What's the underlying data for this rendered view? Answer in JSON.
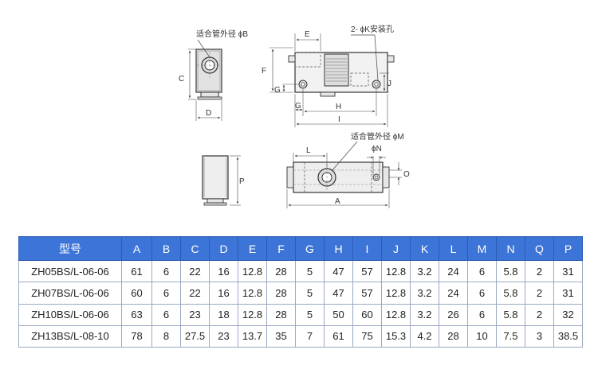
{
  "labels": {
    "fit_pipe_b": "适合管外径 ϕB",
    "mount_hole": "2- ϕK安装孔",
    "fit_pipe_m": "适合管外径 ϕM",
    "phi_n": "ϕN",
    "dims": {
      "A": "A",
      "C": "C",
      "D": "D",
      "E": "E",
      "F": "F",
      "G": "G",
      "H": "H",
      "I": "I",
      "J": "J",
      "L": "L",
      "O": "O",
      "P": "P"
    }
  },
  "table": {
    "headers": [
      "型号",
      "A",
      "B",
      "C",
      "D",
      "E",
      "F",
      "G",
      "H",
      "I",
      "J",
      "K",
      "L",
      "M",
      "N",
      "Q",
      "P"
    ],
    "rows": [
      [
        "ZH05BS/L-06-06",
        "61",
        "6",
        "22",
        "16",
        "12.8",
        "28",
        "5",
        "47",
        "57",
        "12.8",
        "3.2",
        "24",
        "6",
        "5.8",
        "2",
        "31"
      ],
      [
        "ZH07BS/L-06-06",
        "60",
        "6",
        "22",
        "16",
        "12.8",
        "28",
        "5",
        "47",
        "57",
        "12.8",
        "3.2",
        "24",
        "6",
        "5.8",
        "2",
        "31"
      ],
      [
        "ZH10BS/L-06-06",
        "63",
        "6",
        "23",
        "18",
        "12.8",
        "28",
        "5",
        "50",
        "60",
        "12.8",
        "3.2",
        "26",
        "6",
        "5.8",
        "2",
        "32"
      ],
      [
        "ZH13BS/L-08-10",
        "78",
        "8",
        "27.5",
        "23",
        "13.7",
        "35",
        "7",
        "61",
        "75",
        "15.3",
        "4.2",
        "28",
        "10",
        "7.5",
        "3",
        "38.5"
      ]
    ]
  }
}
